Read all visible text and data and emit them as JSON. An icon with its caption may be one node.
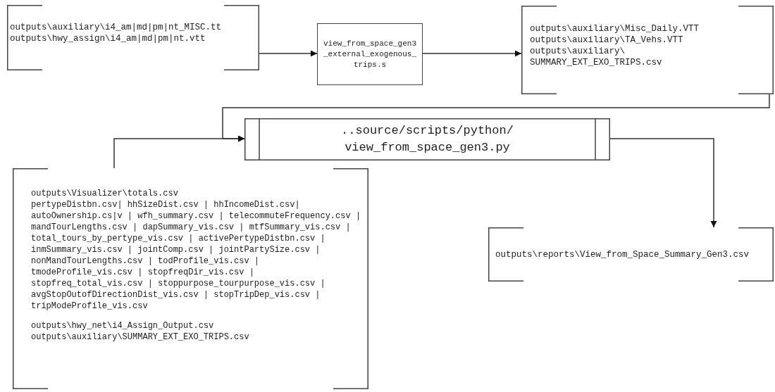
{
  "diagram": {
    "nodes": [
      {
        "text": [
          "outputs\\auxiliary\\i4_am|md|pm|nt_MISC.tt",
          "outputs\\hwy_assign\\i4_am|md|pm|nt.vtt"
        ]
      },
      {
        "text": [
          "view_from_space_gen3_external_exogenous_trips.s"
        ]
      },
      {
        "text": [
          "outputs\\auxiliary\\Misc_Daily.VTT",
          "outputs\\auxiliary\\TA_Vehs.VTT",
          "outputs\\auxiliary\\ SUMMARY_EXT_EXO_TRIPS.csv"
        ]
      },
      {
        "text": [
          "..source/scripts/python/ view_from_space_gen3.py"
        ]
      },
      {
        "text": [
          "outputs\\Visualizer\\totals.csv",
          "pertypeDistbn.csv| hhSizeDist.csv | hhIncomeDist.csv| autoOwnership.cs|v | wfh_summary.csv | telecommuteFrequency.csv | mandTourLengths.csv | dapSummary_vis.csv | mtfSummary_vis.csv | total_tours_by_pertype_vis.csv | activePertypeDistbn.csv | inmSummary_vis.csv | jointComp.csv | jointPartySize.csv | nonMandTourLengths.csv | todProfile_vis.csv | tmodeProfile_vis.csv | stopfreqDir_vis.csv | stopfreq_total_vis.csv | stoppurpose_tourpurpose_vis.csv | avgStopOutofDirectionDist_vis.csv | stopTripDep_vis.csv | tripModeProfile_vis.csv",
          "outputs\\hwy_net\\i4_Assign_Output.csv",
          "outputs\\auxiliary\\SUMMARY_EXT_EXO_TRIPS.csv"
        ]
      },
      {
        "text": [
          "outputs\\reports\\View_from_Space_Summary_Gen3.csv"
        ]
      }
    ],
    "edges": [
      {
        "from": 0,
        "to": 1,
        "arrow": "to"
      },
      {
        "from": 1,
        "to": 2,
        "arrow": "to"
      },
      {
        "from": 2,
        "to": 3,
        "arrow": "to"
      },
      {
        "from": 4,
        "to": 3,
        "arrow": "to"
      },
      {
        "from": 3,
        "to": 5,
        "arrow": "to"
      }
    ]
  }
}
